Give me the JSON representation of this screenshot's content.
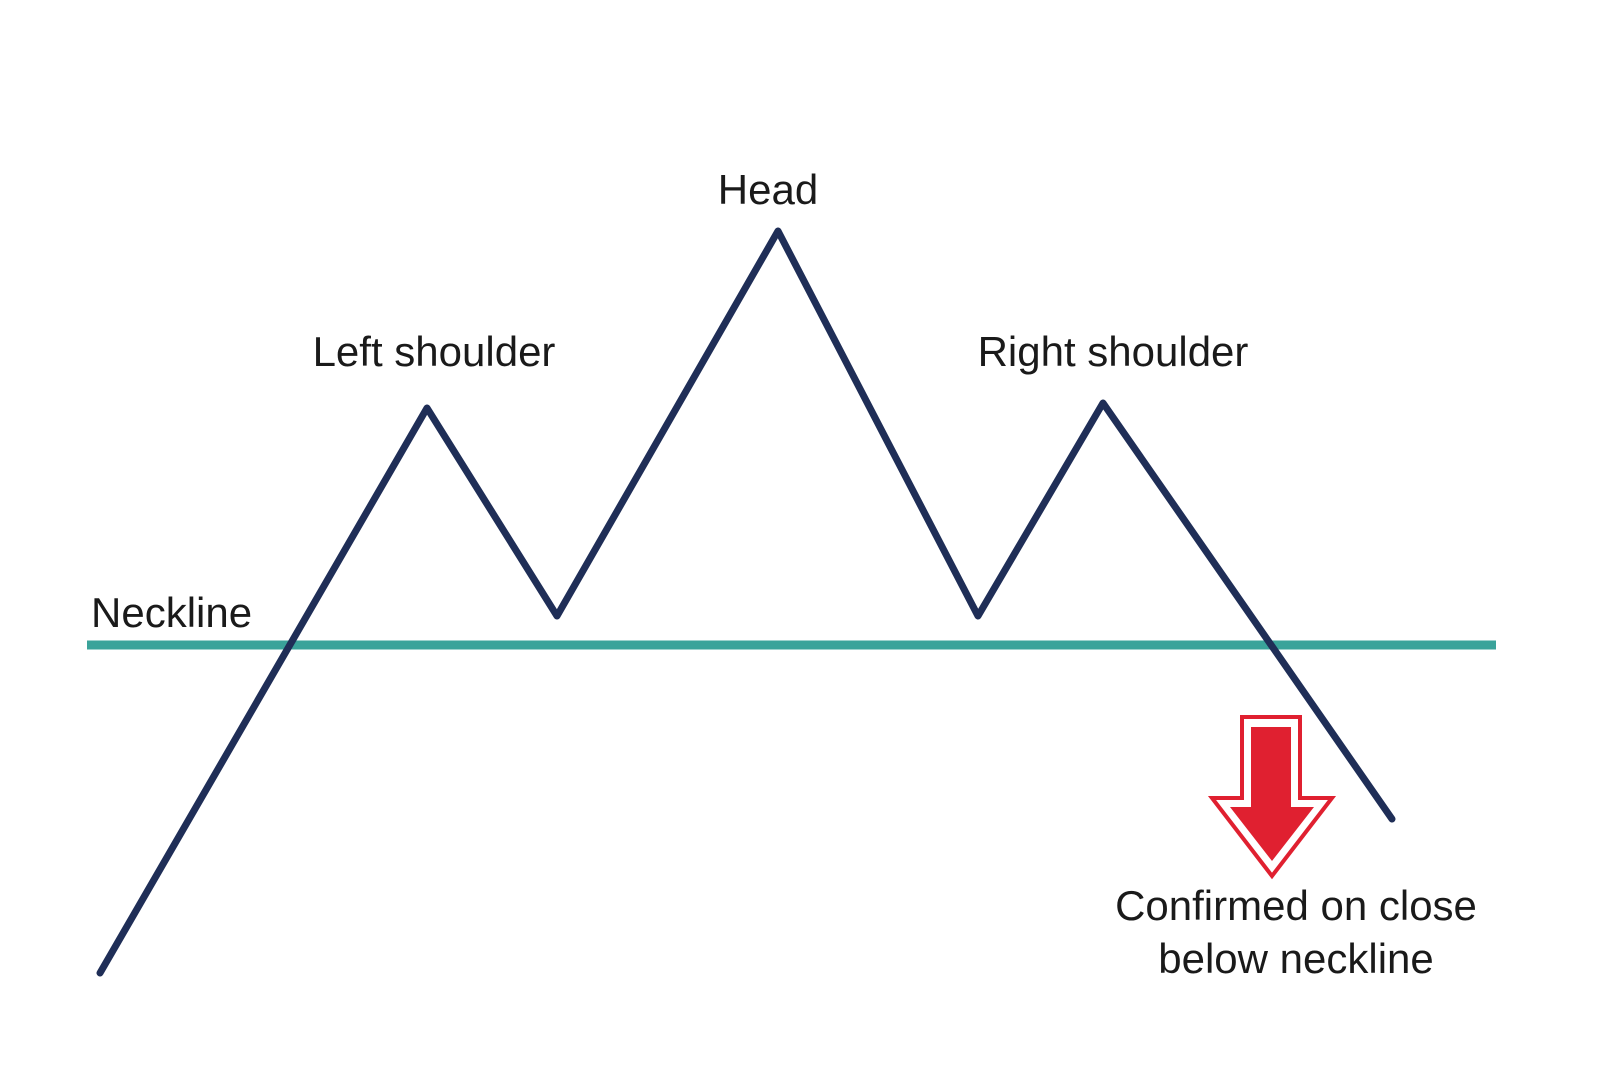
{
  "labels": {
    "head": "Head",
    "left_shoulder": "Left shoulder",
    "right_shoulder": "Right shoulder",
    "neckline": "Neckline",
    "confirmation_line1": "Confirmed on close",
    "confirmation_line2": "below neckline"
  },
  "colors": {
    "price_line": "#1f2e57",
    "neckline": "#3aa39a",
    "arrow_fill": "#e02030",
    "arrow_outline": "#e02030",
    "text": "#1a1a1a"
  },
  "icons": {
    "arrow": "down-arrow-icon"
  }
}
